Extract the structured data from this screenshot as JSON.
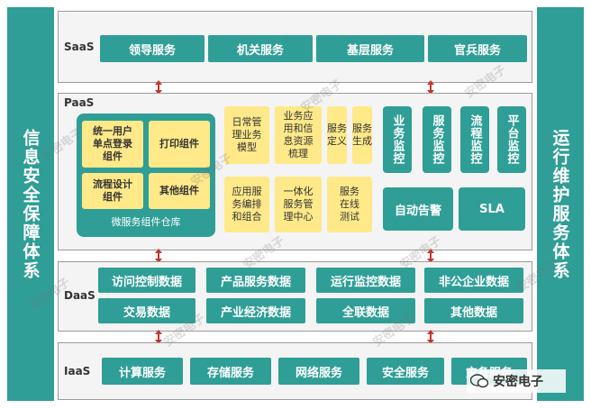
{
  "left_side": {
    "label": "信息安全保障体系"
  },
  "right_side": {
    "label": "运行维护服务体系"
  },
  "saas": {
    "name": "SaaS",
    "items": [
      "领导服务",
      "机关服务",
      "基层服务",
      "官兵服务"
    ]
  },
  "paas": {
    "name": "PaaS",
    "component_repo": {
      "label": "微服务组件仓库",
      "items": [
        "统一用户\n单点登录\n组件",
        "打印组件",
        "流程设计\n组件",
        "其他组件"
      ]
    },
    "yellow_top": [
      "日常管\n理业务\n模型",
      "业务应\n用和信\n息资源\n梳理",
      "服务\n定义",
      "服务\n生成"
    ],
    "yellow_bottom": [
      "应用服\n务编排\n和组合",
      "一体化\n服务管\n理中心",
      "服务\n在线\n测试"
    ],
    "monitors": [
      "业务监控",
      "服务监控",
      "流程监控",
      "平台监控"
    ],
    "auto_alert": "自动告警",
    "sla": "SLA"
  },
  "daas": {
    "name": "DaaS",
    "row1": [
      "访问控制数据",
      "产品服务数据",
      "运行监控数据",
      "非公企业数据"
    ],
    "row2": [
      "交易数据",
      "产业经济数据",
      "全联数据",
      "其他数据"
    ]
  },
  "iaas": {
    "name": "IaaS",
    "items": [
      "计算服务",
      "存储服务",
      "网络服务",
      "安全服务",
      "灾备服务"
    ]
  },
  "watermark": "安密电子",
  "footer": {
    "brand": "安密电子"
  },
  "colors": {
    "teal": "#2f9e96",
    "yellow": "#ffe989",
    "layer_bg": "#f4f4f4",
    "arrow": "#c0392b"
  }
}
